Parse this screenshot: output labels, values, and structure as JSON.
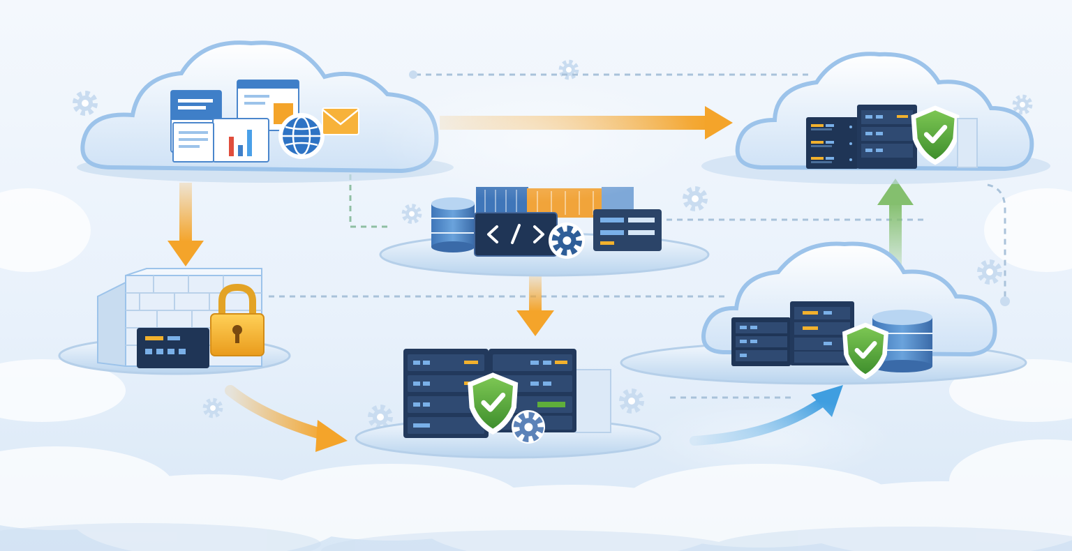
{
  "diagram": {
    "nodes": [
      {
        "id": "source-cloud",
        "kind": "cloud-with-documents",
        "icons": [
          "document-icon",
          "browser-window-icon",
          "bar-chart-icon",
          "globe-icon",
          "envelope-icon"
        ]
      },
      {
        "id": "firewall",
        "kind": "firewall-with-lock",
        "icons": [
          "brick-wall-icon",
          "server-icon",
          "padlock-icon"
        ]
      },
      {
        "id": "dev-platform",
        "kind": "code-and-database-stack",
        "icons": [
          "database-icon",
          "container-icon",
          "code-icon",
          "gear-icon",
          "server-icon"
        ]
      },
      {
        "id": "secure-datacenter",
        "kind": "servers-with-shield",
        "icons": [
          "server-rack-icon",
          "shield-check-icon",
          "gear-icon"
        ]
      },
      {
        "id": "target-cloud-lower",
        "kind": "cloud-with-servers",
        "icons": [
          "server-rack-icon",
          "database-icon",
          "shield-check-icon"
        ]
      },
      {
        "id": "target-cloud-upper",
        "kind": "cloud-with-servers",
        "icons": [
          "server-rack-icon",
          "shield-check-icon"
        ]
      }
    ],
    "connections": [
      {
        "from": "source-cloud",
        "to": "target-cloud-upper",
        "style": "solid-arrow",
        "color": "#f4a42a"
      },
      {
        "from": "source-cloud",
        "to": "firewall",
        "style": "solid-arrow",
        "color": "#f4a42a"
      },
      {
        "from": "firewall",
        "to": "secure-datacenter",
        "style": "curved-arrow",
        "color": "#f4a42a"
      },
      {
        "from": "dev-platform",
        "to": "secure-datacenter",
        "style": "solid-arrow",
        "color": "#f4a42a"
      },
      {
        "from": "secure-datacenter",
        "to": "target-cloud-lower",
        "style": "curved-arrow",
        "color": "#3f9ee0"
      },
      {
        "from": "target-cloud-lower",
        "to": "target-cloud-upper",
        "style": "solid-arrow",
        "color": "#84bf6e"
      },
      {
        "from": "source-cloud",
        "to": "dev-platform",
        "style": "dashed",
        "color": "#8fbfa3"
      },
      {
        "from": "firewall",
        "to": "target-cloud-lower",
        "style": "dashed",
        "color": "#a9c2da"
      },
      {
        "from": "dev-platform",
        "to": "target-cloud-upper",
        "style": "dashed",
        "color": "#a9c2da"
      }
    ],
    "colors": {
      "orange_arrow": "#f4a42a",
      "blue_arrow": "#3f9ee0",
      "green_arrow": "#84bf6e",
      "server_navy": "#1f3556",
      "shield_green": "#5fae3b",
      "lock_gold": "#f2b12d",
      "cloud_blue": "#9cc3ea",
      "background": "#eef5fc"
    }
  }
}
